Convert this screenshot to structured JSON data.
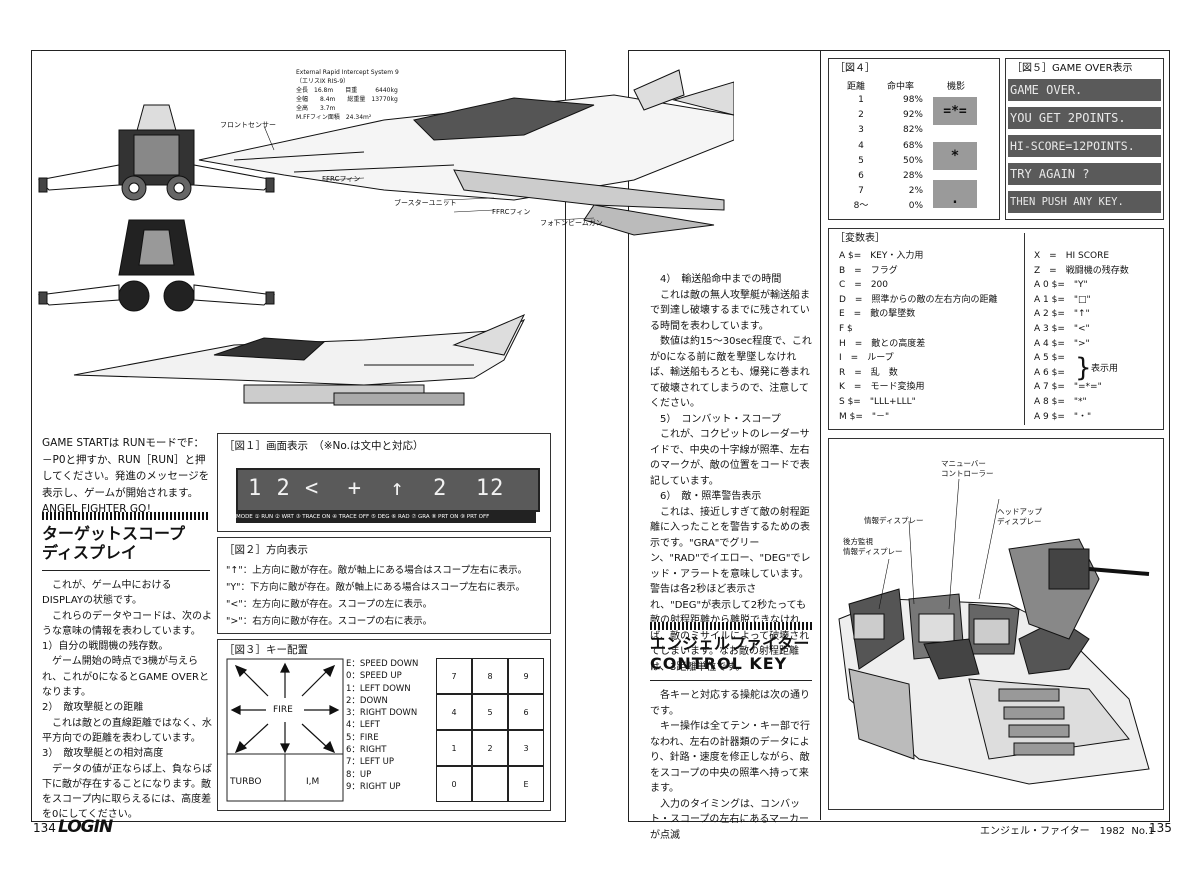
{
  "footer": {
    "left_page": "134",
    "left_logo": "LOGIN",
    "right_text": "エンジェル・ファイター　1982  No.1",
    "right_page": "135"
  },
  "spec": {
    "lines": [
      "External Rapid Intercept System 9",
      "（エリスⅨ RIS-9）",
      "全長　16.8m　　目重　　　6440kg",
      "全幅　　8.4m　　総重量　13770kg",
      "全高　　3.7m",
      "M.FFフィン面積　24.34m²"
    ]
  },
  "ship_labels": {
    "front_sensor": "フロントセンサー",
    "ffrc_fin_1": "FFRCフィン",
    "booster_unit": "ブースターユニット",
    "ffrc_fin_2": "FFRCフィン",
    "photon_gun": "フォトンビームガン"
  },
  "intro": {
    "paragraph": "GAME STARTは RUNモードでF：－P0と押すか、RUN［RUN］と押してください。発進のメッセージを表示し、ゲームが開始されます。ANGEL FIGHTER GO！",
    "heading_line1": "ターゲットスコープ",
    "heading_line2": "ディスプレイ",
    "body": [
      "これが、ゲーム中におけるDISPLAYの状態です。",
      "これらのデータやコードは、次のような意味の情報を表わしています。",
      "1）自分の戦闘機の残存数。",
      "ゲーム開始の時点で3機が与えられ、これが0になるとGAME OVERとなります。",
      "2）　敵攻撃艇との距離",
      "これは敵との直線距離ではなく、水平方向での距離を表わしています。",
      "3）　敵攻撃艇との相対高度",
      "データの値が正ならば上、負ならば下に敵が存在することになります。敵をスコープ内に取らえるには、高度差を0にしてください。"
    ]
  },
  "fig1": {
    "title": "［図１］画面表示　（※No.は文中と対応）",
    "display": "1 2 <  +  ↑  2  12",
    "modes": "MODE ① RUN ② WRT ③ TRACE ON ④ TRACE OFF ⑤ DEG ⑥ RAD ⑦ GRA ⑧ PRT ON ⑨ PRT OFF"
  },
  "fig2": {
    "title": "［図２］方向表示",
    "lines": [
      "\"↑\"：上方向に敵が存在。敵が軸上にある場合はスコープ左右に表示。",
      "\"Y\"：下方向に敵が存在。敵が軸上にある場合はスコープ左右に表示。",
      "\"<\"：左方向に敵が存在。スコープの左に表示。",
      "\">\"：右方向に敵が存在。スコープの右に表示。"
    ]
  },
  "fig3": {
    "title": "［図３］キー配置",
    "center": "FIRE",
    "turbo": "TURBO",
    "im": "I,M",
    "keys": [
      "E：SPEED DOWN",
      "0：SPEED UP",
      "1：LEFT DOWN",
      "2：DOWN",
      "3：RIGHT DOWN",
      "4：LEFT",
      "5：FIRE",
      "6：RIGHT",
      "7：LEFT UP",
      "8：UP",
      "9：RIGHT UP"
    ],
    "keypad": [
      "7",
      "8",
      "9",
      "4",
      "5",
      "6",
      "1",
      "2",
      "3",
      "0",
      "",
      "E"
    ]
  },
  "middle": {
    "items": [
      "4）　輸送船命中までの時間",
      "これは敵の無人攻撃艇が輸送船まで到達し破壊するまでに残されている時間を表わしています。",
      "数値は約15～30sec程度で、これが0になる前に敵を撃墜しなければ、輸送船もろとも、爆発に巻まれて破壊されてしまうので、注意してください。",
      "5）　コンバット・スコープ",
      "これが、コクピットのレーダーサイドで、中央の十字線が照準、左右のマークが、敵の位置をコードで表記しています。",
      "6）　敵・照準警告表示",
      "これは、接近しすぎて敵の射程距離に入ったことを警告するための表示です。\"GRA\"でグリーン、\"RAD\"でイエロー、\"DEG\"でレッド・アラートを意味しています。警告は各2秒ほど表示され、\"DEG\"が表示して2秒たっても敵の射程距離から離脱できなければ、敵のミサイルによって破壊されてしまいます。なお敵の射程距離は、3距離単位です。"
    ],
    "heading_line1": "エンジェルファイター",
    "heading_line2": "CONTROL KEY",
    "body": [
      "各キーと対応する操舵は次の通りです。",
      "キー操作は全てテン・キー部で行なわれ、左右の計器類のデータにより、針路・速度を修正しながら、敵をスコープの中央の照準へ持って来ます。",
      "入力のタイミングは、コンバット・スコープの左右にあるマーカーが点滅"
    ]
  },
  "fig4": {
    "title": "［図４］",
    "headers": [
      "距離",
      "命中率",
      "機影"
    ],
    "rows": [
      [
        "1",
        "98%"
      ],
      [
        "2",
        "92%"
      ],
      [
        "3",
        "82%"
      ],
      [
        "4",
        "68%"
      ],
      [
        "5",
        "50%"
      ],
      [
        "6",
        "28%"
      ],
      [
        "7",
        "2%"
      ],
      [
        "8～",
        "0%"
      ]
    ],
    "shapes": [
      "=*=",
      "*",
      "."
    ]
  },
  "fig5": {
    "title": "［図５］GAME OVER表示",
    "lines": [
      "GAME OVER.",
      "YOU GET 2POINTS.",
      "HI-SCORE=12POINTS.",
      "TRY AGAIN ?",
      "THEN PUSH ANY KEY."
    ]
  },
  "vars": {
    "title": "［変数表］",
    "left": [
      "A $=　KEY・入力用",
      "B　=　フラグ",
      "C　=　200",
      "D　=　照準からの敵の左右方向の距離",
      "E　=　敵の撃墜数",
      "F $",
      "H　=　敵との高度差",
      "I　=　ループ",
      "R　=　乱　数",
      "K　=　モード変換用",
      "S $=　\"LLL+LLL\"",
      "M $=　\"－\""
    ],
    "right": [
      "X　=　HI SCORE",
      "Z　=　戦闘機の残存数",
      "A 0 $=　\"Y\"",
      "A 1 $=　\"□\"",
      "A 2 $=　\"↑\"",
      "A 3 $=　\"<\"",
      "A 4 $=　\">\"",
      "A 5 $=",
      "A 6 $=",
      "A 7 $=　\"=*=\"",
      "A 8 $=　\"*\"",
      "A 9 $=　\"・\""
    ],
    "display_use": "表示用"
  },
  "cockpit": {
    "labels": {
      "manual_controller": "マニューバー\nコントローラー",
      "hud": "ヘッドアップ\nディスプレー",
      "info_display": "情報ディスプレー",
      "rear_monitor": "後方監視\n情報ディスプレー"
    }
  }
}
